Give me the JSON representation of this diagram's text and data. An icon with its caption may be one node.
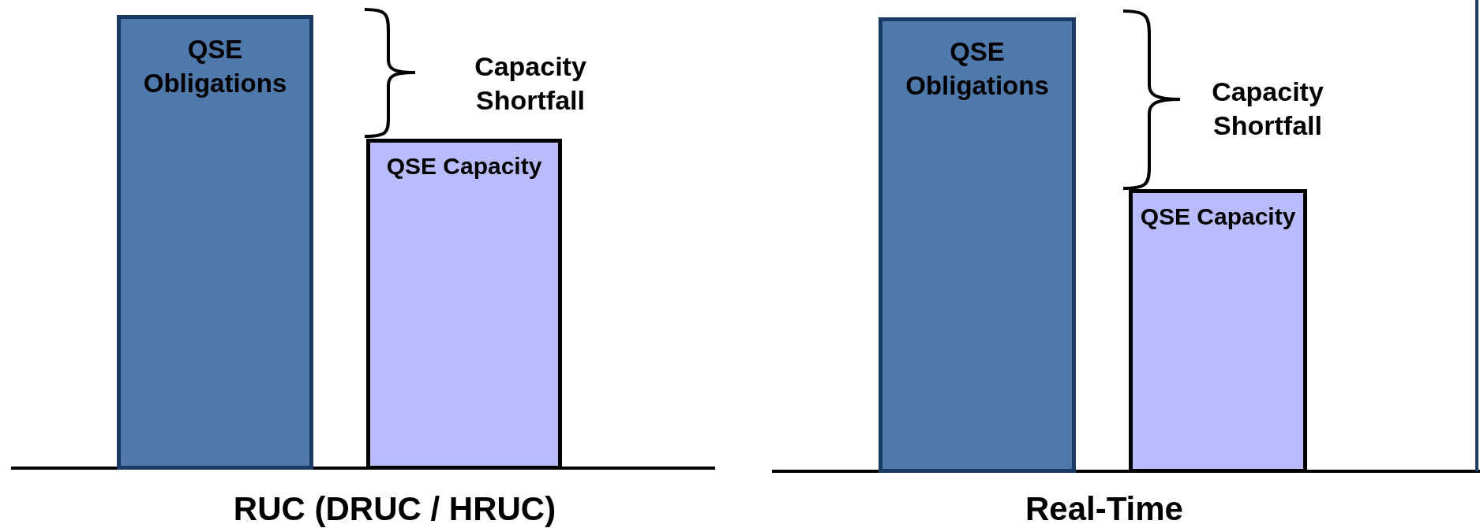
{
  "diagram": {
    "nodes": [
      {
        "text": [
          "QSE Obligations"
        ]
      },
      {
        "text": [
          "QSE Capacity"
        ]
      },
      {
        "text": [
          "QSE Obligations"
        ]
      },
      {
        "text": [
          "QSE Capacity"
        ]
      }
    ],
    "labels": [
      "Capacity Shortfall",
      "RUC (DRUC / HRUC)",
      "Capacity Shortfall",
      "Real-Time"
    ]
  }
}
